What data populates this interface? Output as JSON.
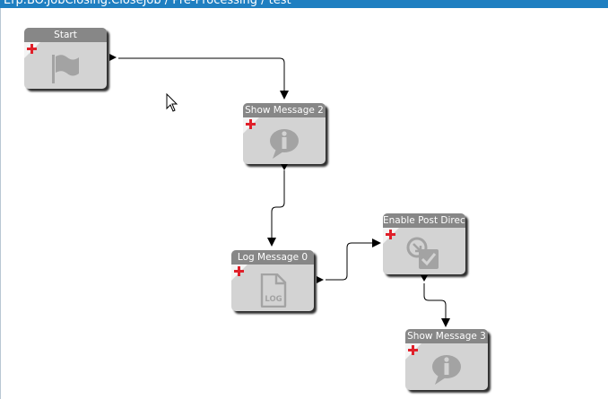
{
  "breadcrumb": "Erp.BO.JobClosing.CloseJob / Pre-Processing / test",
  "nodes": {
    "start": {
      "label": "Start",
      "icon": "flag-icon"
    },
    "show2": {
      "label": "Show Message 2",
      "icon": "info-bubble-icon"
    },
    "log0": {
      "label": "Log Message 0",
      "icon": "log-file-icon"
    },
    "epd": {
      "label": "Enable Post Directi",
      "icon": "enable-directive-icon"
    },
    "show3": {
      "label": "Show Message 3",
      "icon": "info-bubble-icon"
    }
  },
  "connections": [
    {
      "from": "Start",
      "to": "Show Message 2"
    },
    {
      "from": "Show Message 2",
      "to": "Log Message 0"
    },
    {
      "from": "Log Message 0",
      "to": "Enable Post Directi"
    },
    {
      "from": "Enable Post Directi",
      "to": "Show Message 3"
    }
  ],
  "colors": {
    "header": "#878787",
    "body": "#d3d3d3",
    "icon": "#a3a3a3",
    "plus": "#e0202a",
    "titlebar": "#1f7fc1"
  }
}
